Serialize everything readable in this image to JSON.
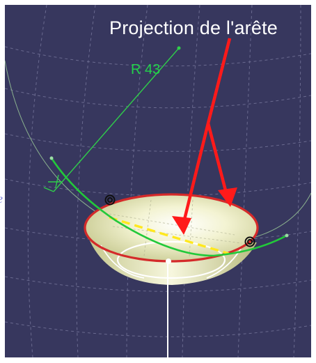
{
  "viewer": {
    "annotation_text": "Projection de l'arête",
    "radius_label": "R 43",
    "edge_glyph": "e"
  },
  "colors": {
    "background": "#37375e",
    "grid": "#7b7ba0",
    "arrow": "#ff1a1a",
    "projection_curve": "#22c93a",
    "dimension": "#2fcf4a",
    "part_rim": "#d42a2a",
    "part_fill": "#eef0c8",
    "highlight_dash": "#ffe81e",
    "axis": "#ffffff"
  },
  "icons": [
    "arrow-icon",
    "constraint-symbol-icon",
    "axis-point-icon"
  ]
}
